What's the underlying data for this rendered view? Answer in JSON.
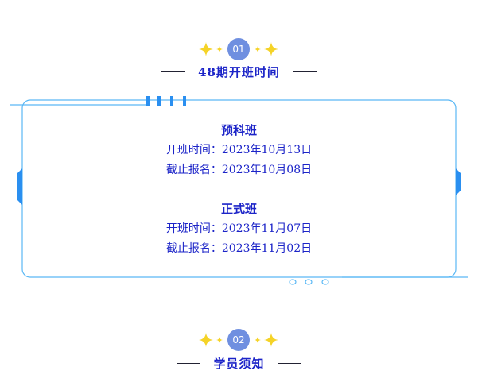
{
  "section1": {
    "number": "01",
    "title": "48期开班时间"
  },
  "classes": [
    {
      "title": "预科班",
      "start_label": "开班时间：",
      "start_date": "2023年10月13日",
      "deadline_label": "截止报名：",
      "deadline_date": "2023年10月08日"
    },
    {
      "title": "正式班",
      "start_label": "开班时间：",
      "start_date": "2023年11月07日",
      "deadline_label": "截止报名：",
      "deadline_date": "2023年11月02日"
    }
  ],
  "section2": {
    "number": "02",
    "title": "学员须知"
  },
  "colors": {
    "title_blue": "#1c24c8",
    "frame_blue": "#5ab8f5",
    "tab_blue": "#2a8ff0",
    "badge": "#6f8fe0",
    "sparkle": "#f5d327"
  },
  "icons": [
    "sparkle-icon",
    "tab-marker-icon",
    "dot-icon"
  ]
}
